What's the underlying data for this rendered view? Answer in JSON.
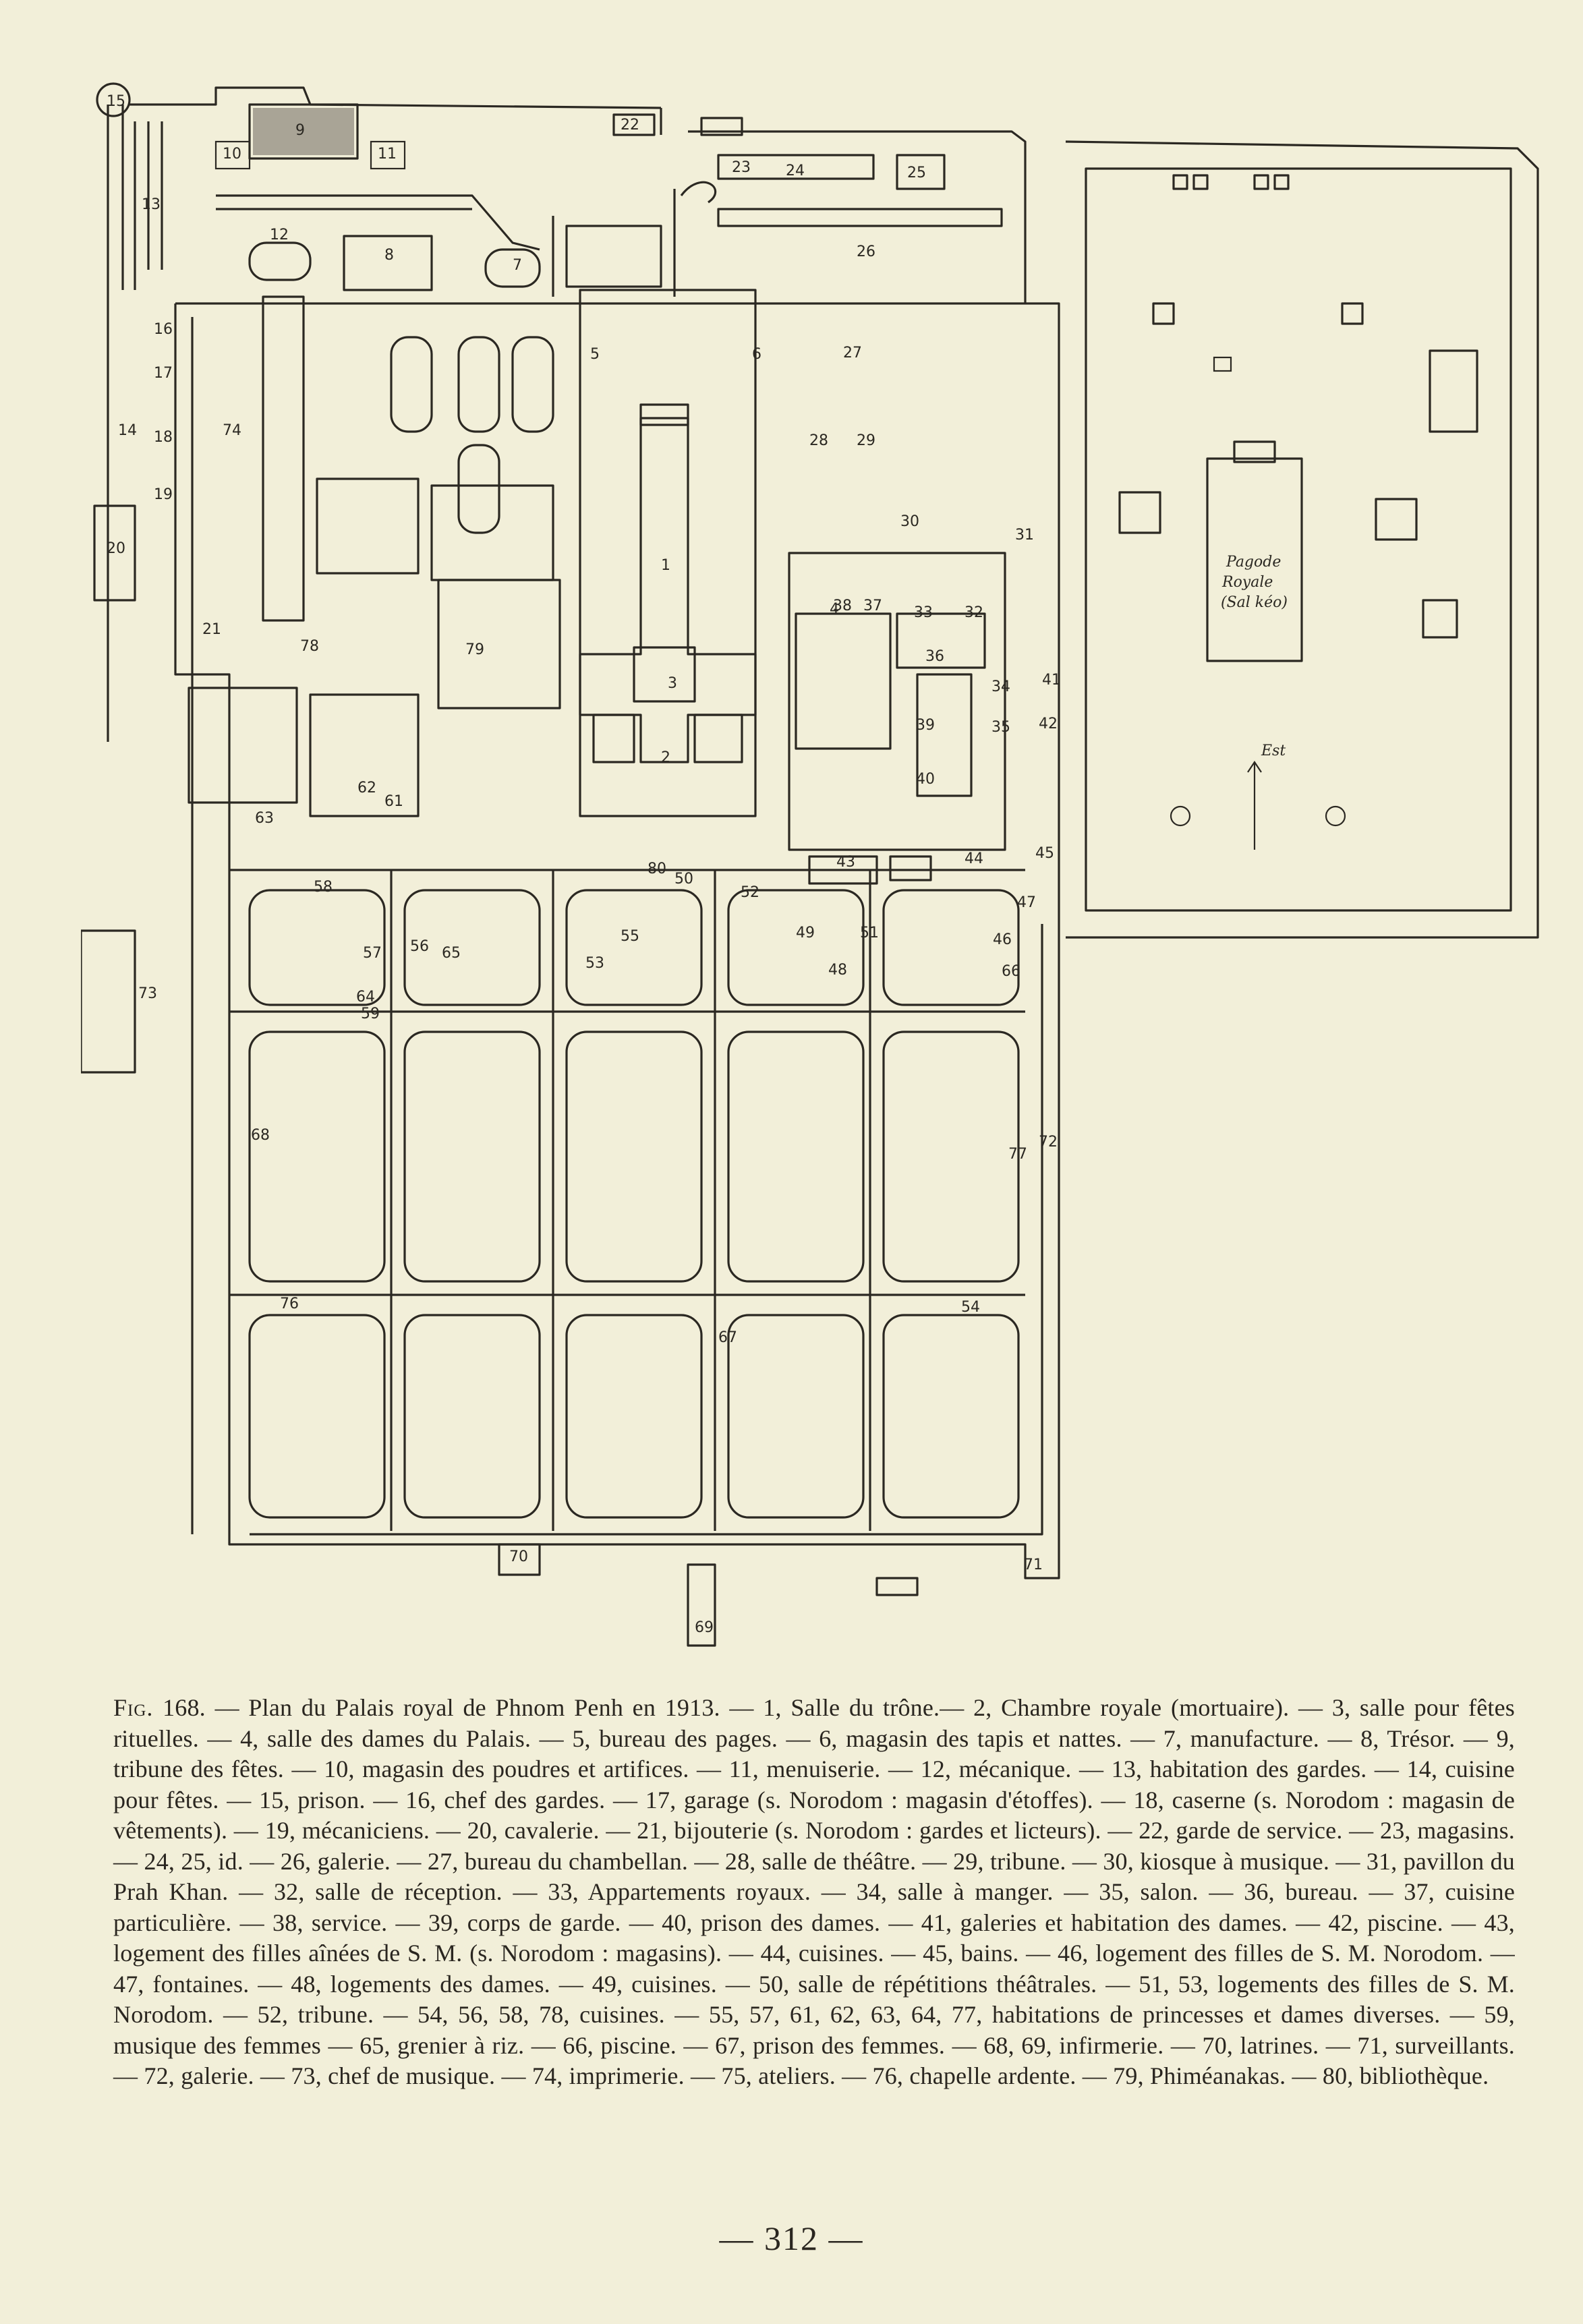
{
  "figure": {
    "label": "Fig.",
    "number": "168.",
    "caption_text": "— Plan du Palais royal de Phnom Penh en 1913. — 1, Salle du trône.— 2, Chambre royale (mortuaire). — 3, salle pour fêtes rituelles. — 4, salle des dames du Palais. — 5, bureau des pages. — 6, magasin des tapis et nattes. — 7, manufacture. — 8, Trésor. — 9, tribune des fêtes. — 10, magasin des poudres et artifices. — 11, menuiserie. — 12, mécanique. — 13, habitation des gardes. — 14, cuisine pour fêtes. — 15, prison. — 16, chef des gardes. — 17, garage (s. Norodom : magasin d'étoffes). — 18, caserne (s. Norodom : magasin de vêtements). — 19, mécaniciens. — 20, cavalerie. — 21, bijouterie (s. Norodom : gardes et licteurs). — 22, garde de service. — 23, magasins. — 24, 25, id. — 26, galerie. — 27, bureau du chambellan. — 28, salle de théâtre. — 29, tribune. — 30, kiosque à musique. — 31, pavillon du Prah Khan. — 32, salle de réception. — 33, Appartements royaux. — 34, salle à manger. — 35, salon. — 36, bureau. — 37, cuisine particulière. — 38, service. — 39, corps de garde. — 40, prison des dames. — 41, galeries et habitation des dames. — 42, piscine. — 43, logement des filles aînées de S. M. (s. Norodom : magasins). — 44, cuisines. — 45, bains. — 46, logement des filles de S. M. Norodom. — 47, fontaines. — 48, logements des dames. — 49, cuisines. — 50, salle de répétitions théâtrales. — 51, 53, logements des filles de S. M. Norodom. — 52, tribune. — 54, 56, 58, 78, cuisines. — 55, 57, 61, 62, 63, 64, 77, habitations de princesses et dames diverses. — 59, musique des femmes — 65, grenier à riz. — 66, piscine. — 67, prison des femmes. — 68, 69, infirmerie. — 70, latrines. — 71, surveillants. — 72, galerie. — 73, chef de musique. — 74, imprimerie. — 75, ateliers. — 76, chapelle ardente. — 79, Phiméanakas. — 80, bibliothèque."
  },
  "page_number": "— 312 —",
  "plan": {
    "pagoda_label_1": "Pagode",
    "pagoda_label_2": "Royale",
    "pagoda_label_3": "(Sal kéo)",
    "compass_label": "Est",
    "labels": [
      "15",
      "9",
      "10",
      "11",
      "22",
      "12",
      "8",
      "7",
      "13",
      "16",
      "17",
      "14",
      "18",
      "19",
      "20",
      "74",
      "21",
      "23",
      "24",
      "25",
      "26",
      "6",
      "27",
      "28",
      "29",
      "5",
      "1",
      "3",
      "4",
      "2",
      "30",
      "31",
      "33",
      "32",
      "34",
      "35",
      "36",
      "37",
      "38",
      "39",
      "40",
      "41",
      "42",
      "43",
      "44",
      "45",
      "46",
      "47",
      "48",
      "49",
      "50",
      "51",
      "52",
      "53",
      "54",
      "55",
      "56",
      "57",
      "58",
      "59",
      "61",
      "62",
      "63",
      "64",
      "65",
      "66",
      "67",
      "68",
      "69",
      "70",
      "71",
      "72",
      "73",
      "76",
      "77",
      "78",
      "79",
      "80"
    ]
  }
}
